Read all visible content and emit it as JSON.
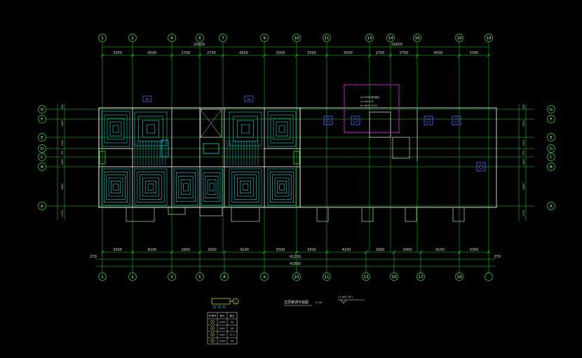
{
  "colors": {
    "background": "#000000",
    "grid": "#1fe01f",
    "wall": "#cfcfcf",
    "pipe": "#19d6d6",
    "cloud": "#d21fd2",
    "text": "#e8e8e8",
    "label_box": "#4a5cff"
  },
  "column_axes_top": [
    "1",
    "2",
    "4",
    "6",
    "7",
    "9",
    "10",
    "11",
    "13",
    "14",
    "16",
    "18",
    "19"
  ],
  "column_axes_bottom": [
    "1",
    "2",
    "3",
    "5",
    "8",
    "9",
    "10",
    "11",
    "13",
    "15",
    "17",
    "19"
  ],
  "row_axes": [
    "G",
    "F",
    "E",
    "D",
    "C",
    "B",
    "A"
  ],
  "top_total": "20600",
  "top_total_right": "20600",
  "top_dims": [
    "3300",
    "4500",
    "2700",
    "2700",
    "4500",
    "3300",
    "3300",
    "4500",
    "2700",
    "2700",
    "4500",
    "3300"
  ],
  "bottom_dims": [
    "3300",
    "4100",
    "2900",
    "2900",
    "4100",
    "3300",
    "3300",
    "4100",
    "2900",
    "2900",
    "4100",
    "3300"
  ],
  "bottom_edge": [
    "270",
    "270"
  ],
  "bottom_total": "41200",
  "bottom_overall": "41660",
  "left_dims": [
    "890",
    "2400",
    "1200",
    "700",
    "1800",
    "4800",
    "1700"
  ],
  "right_dims": [
    "890",
    "2400",
    "1200",
    "700",
    "1800",
    "4800",
    "1700"
  ],
  "room_tags": [
    "A1",
    "A1"
  ],
  "cloud_note": [
    "Cir-20/R(配电柜)",
    "Q=40m³/h",
    "N=6kW  220V"
  ],
  "plan_title": "五层暖通平面图",
  "plan_scale": "1:100",
  "elevation": "11.600 (5F)",
  "legend_callout": "1",
  "legend_table": {
    "headers": [
      "环路号",
      "管长",
      "管长"
    ],
    "rows": [
      [
        "1",
        "0x00",
        "00"
      ],
      [
        "2",
        "0x00",
        "00"
      ],
      [
        "3",
        "0x00",
        "11.1"
      ],
      [
        "4",
        "0x00",
        "00"
      ]
    ]
  }
}
